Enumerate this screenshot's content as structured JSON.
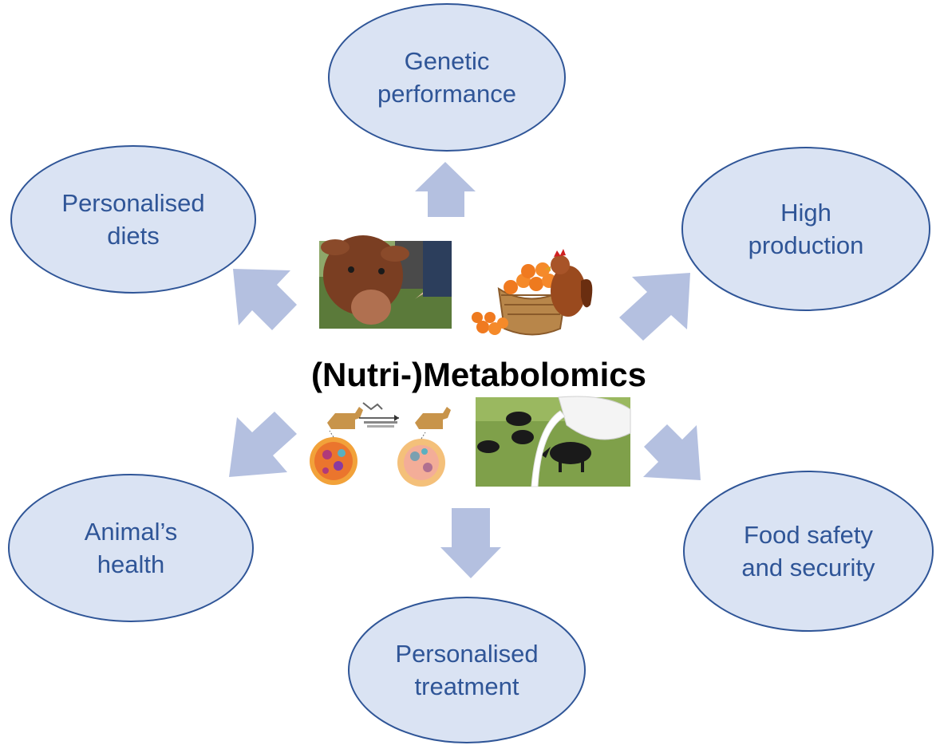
{
  "title": "(Nutri-)Metabolomics",
  "outcomes": [
    {
      "id": "genetic",
      "label": "Genetic\nperformance"
    },
    {
      "id": "personalised-diets",
      "label": "Personalised\ndiets"
    },
    {
      "id": "high-production",
      "label": "High\nproduction"
    },
    {
      "id": "animals-health",
      "label": "Animal’s\nhealth"
    },
    {
      "id": "food-safety",
      "label": "Food safety\nand security"
    },
    {
      "id": "personalised-treatment",
      "label": "Personalised\ntreatment"
    }
  ],
  "colors": {
    "ellipse_fill": "#dae3f3",
    "ellipse_stroke": "#2f5597",
    "arrow_fill": "#b4c0e0",
    "label_text": "#2f5597",
    "title_text": "#000000"
  },
  "images": [
    {
      "name": "cow-feeding-image",
      "depicts": "cow-photo"
    },
    {
      "name": "hen-eggs-image",
      "depicts": "hen-basket-photo"
    },
    {
      "name": "immunotherapy-illustration",
      "depicts": "dog-tumor-illustration"
    },
    {
      "name": "cattle-milk-image",
      "depicts": "cattle-milk-photo"
    }
  ]
}
